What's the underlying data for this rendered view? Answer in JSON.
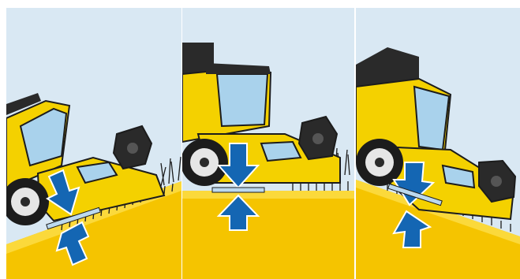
{
  "panels": [
    {
      "scenario": "uphill"
    },
    {
      "scenario": "level"
    },
    {
      "scenario": "downhill"
    }
  ],
  "colors": {
    "sky": "#d9e8f3",
    "field": "#f5c400",
    "field_light": "#fbd93b",
    "machine_yellow": "#f4d100",
    "machine_dark": "#2a2a2a",
    "window": "#a9d2ec",
    "pressure_arrow": "#1466b3",
    "pressure_arrow_outline": "#ffffff",
    "stubble": "#1c1c1c"
  },
  "icons": [
    "combine-harvester-icon",
    "down-arrow-icon",
    "up-arrow-icon",
    "stubble-icon"
  ]
}
